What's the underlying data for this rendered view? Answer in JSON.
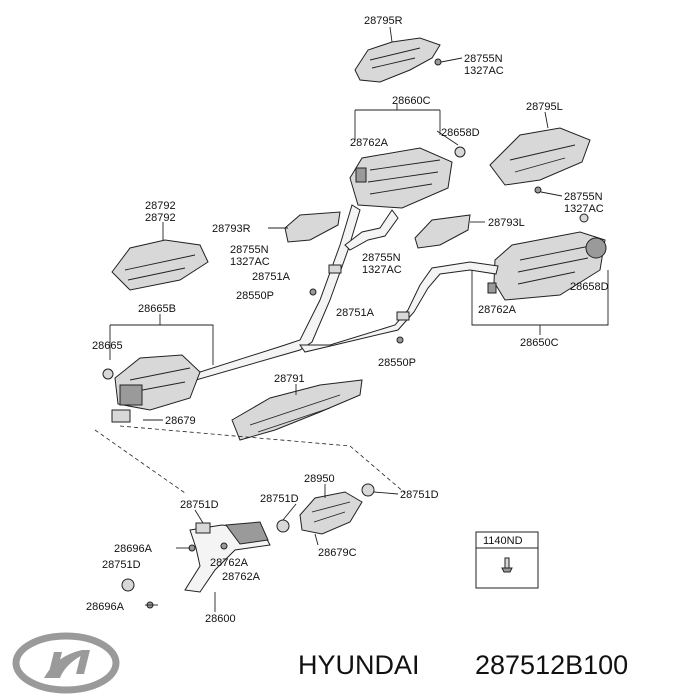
{
  "labels": {
    "l28795R": "28795R",
    "l28755N_a": "28755N",
    "l1327AC_a": "1327AC",
    "l28660C": "28660C",
    "l28762A_a": "28762A",
    "l28658D_a": "28658D",
    "l28795L": "28795L",
    "l28755N_b": "28755N",
    "l1327AC_b": "1327AC",
    "l28792_a": "28792",
    "l28792_b": "28792",
    "l28793R": "28793R",
    "l28755N_c": "28755N",
    "l1327AC_c": "1327AC",
    "l28793L": "28793L",
    "l28751A_a": "28751A",
    "l28550P_a": "28550P",
    "l28755N_d": "28755N",
    "l1327AC_d": "1327AC",
    "l28658D_b": "28658D",
    "l28665B": "28665B",
    "l28751A_b": "28751A",
    "l28762A_b": "28762A",
    "l28665": "28665",
    "l28650C": "28650C",
    "l28550P_b": "28550P",
    "l28791": "28791",
    "l28679": "28679",
    "l28950": "28950",
    "l28751D_a": "28751D",
    "l28751D_b": "28751D",
    "l28751D_c": "28751D",
    "l1140ND": "1140ND",
    "l28696A_a": "28696A",
    "l28751D_d": "28751D",
    "l28762A_c": "28762A",
    "l28762A_d": "28762A",
    "l28679C": "28679C",
    "l28696A_b": "28696A",
    "l28600": "28600"
  },
  "caption": {
    "brand": "HYUNDAI",
    "part_number": "287512B100"
  },
  "logo": {
    "name": "hyundai-logo",
    "color": "#9a9a9a"
  }
}
